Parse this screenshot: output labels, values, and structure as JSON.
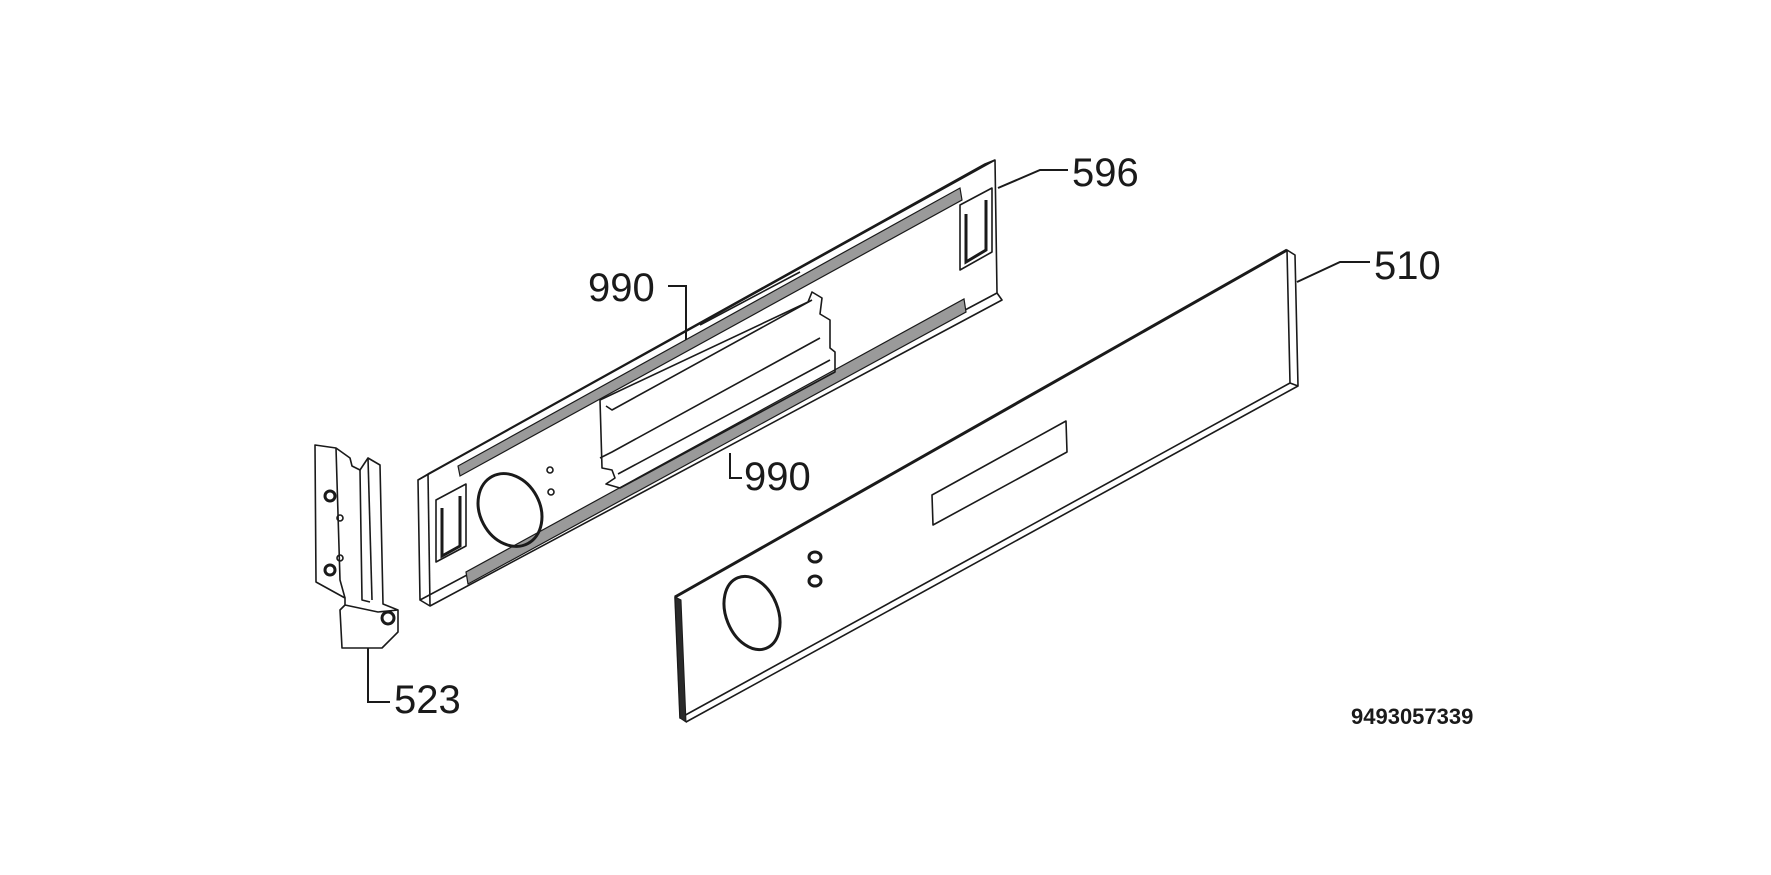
{
  "parts": [
    {
      "id": "part-596",
      "label": "596"
    },
    {
      "id": "part-510",
      "label": "510"
    },
    {
      "id": "part-990-upper",
      "label": "990"
    },
    {
      "id": "part-990-lower",
      "label": "990"
    },
    {
      "id": "part-523",
      "label": "523"
    }
  ],
  "document_number": "9493057339"
}
